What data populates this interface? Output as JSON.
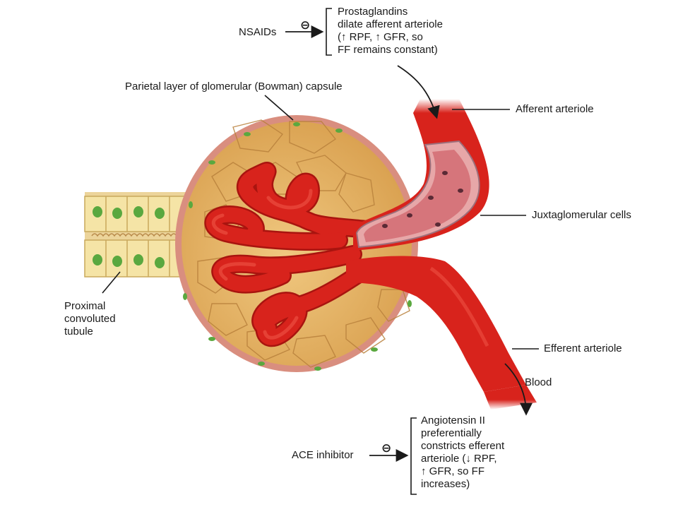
{
  "labels": {
    "nsaids": "NSAIDs",
    "prostaglandins": [
      "Prostaglandins",
      "dilate afferent arteriole",
      "(↑ RPF, ↑ GFR, so",
      "FF remains constant)"
    ],
    "parietal_layer": "Parietal layer of glomerular (Bowman) capsule",
    "afferent_arteriole": "Afferent arteriole",
    "juxtaglomerular_cells": "Juxtaglomerular cells",
    "proximal_tubule": [
      "Proximal",
      "convoluted",
      "tubule"
    ],
    "efferent_arteriole": "Efferent arteriole",
    "blood": "Blood",
    "ace_inhibitor": "ACE inhibitor",
    "angiotensin": [
      "Angiotensin II",
      "preferentially",
      "constricts efferent",
      "arteriole (↓ RPF,",
      "↑ GFR, so FF",
      "increases)"
    ],
    "inhibit_symbol": "⊖"
  },
  "colors": {
    "vessel_red": "#d8231c",
    "vessel_dark": "#a9140f",
    "capsule_tan": "#e9b868",
    "capsule_rim": "#c97a6b",
    "tubule_cell": "#f5e4a6",
    "nucleus_green": "#5aa83f",
    "jg_cells": "#e7a7a8"
  }
}
